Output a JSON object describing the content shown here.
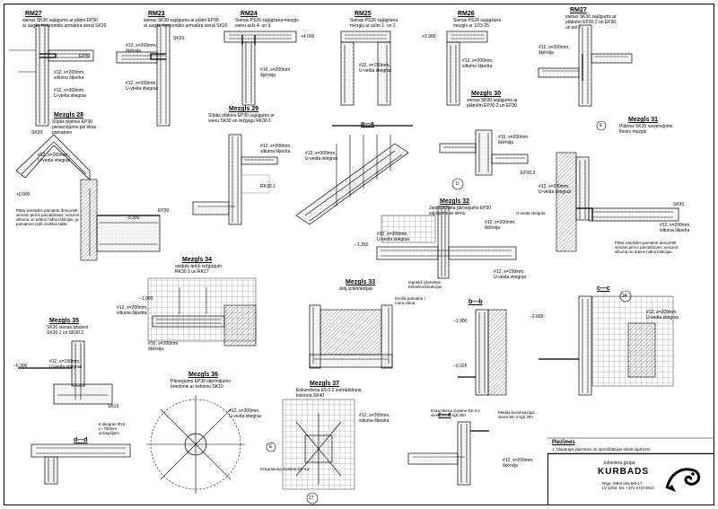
{
  "titles": {
    "rm27a": "RM27",
    "rm23": "RM23",
    "rm24": "RM24",
    "rm25": "RM25",
    "rm26": "RM26",
    "rm27b": "RM27",
    "mezgls28": "Mezgls 28",
    "mezgls29": "Mezgls 29",
    "aa": "a—a",
    "mezgls30": "Mezgls 30",
    "mezgls31": "Mezgls 31",
    "mezgls32": "Mezgls 32",
    "mezgls34": "Mezgls 34",
    "mezgls33": "Mezgls 33",
    "bb": "b—b",
    "cc": "c—c",
    "mezgls35": "Mezgls 35",
    "mezgls36": "Mezgls 36",
    "mezgls37": "Mezgls 37",
    "dd": "d—d",
    "ee": "e—e"
  },
  "labels": {
    "rm27a_top": "sienas SK30 sajūgums ar plātni EP30\nar augšu horizontāls armatūra sienā SK20",
    "rm23_top": "sienas SK30 sajūgums ar plātni EP30\nar augšu horizontāls armatūra sienā SK20",
    "rm24_top": "Sienas PS26 sajūgšana-mezgls\nsienu asīs 4. un 9.",
    "rm25_top": "Sienas PS26 sajūgšana\nmezgls ar asīm 1. un 2.",
    "rm26_top": "Sienas PS26 sajūgšana\nmezgls ar 1/23-25",
    "rm27b_top": "sienas SK30 sajūgums ar\nplātnēm EP30.2 un EP30\nuz asi 7",
    "m28_sub": "Slīpās plātnes EP30\npievienojums pie ēkas\npamatnes",
    "m29_sub": "Slīpās plātnes EP30 sajūgums ar\nsienu SK30 un režģogu RK30.1",
    "m30_sub": "sienas SK30 sajūgums ar\nplātnēm EP30.2 un EP30",
    "m31_sub": "Plātnes SK30 savienojums\nflexes mezgls",
    "m32_sub": "Jaunizbūvēta pārsegums EP30\nsajūgums ar sienu",
    "m34_sub": "veidots ārējo režģogum\nRK30.1 un RK17",
    "m33_sub": "ārēj izolēt/ārējais",
    "m35_sub": "SK30 sienas izbūves\nSK30.1 un SK30.2",
    "m36_sub": "Pārsegums EP30 stiprinājums\nbriedonis ar kolonnu SK10",
    "m37_sub": "Enkurstieņu E5-2.2 iestrādāšana\nkolonnā SK40",
    "rebar1": "#12, s=200mm,\nsiltuma šķiedra",
    "rebar2": "#12, s=300mm,\nU-veida stiegras",
    "rebar3": "#12, s=200mm,\nšķērsija",
    "rebar4": "#12, s=200mm,\nU-veida stiegras",
    "rebar5": "#16, s=200mm\nšķērsija",
    "rebar6": "#12, s=150mm,\nU-veida stiegras",
    "note_m28": "Plātu iestrādes pamatnē demontēt\nsienam pirms pamatbūves; veicinot\nsiltuma un ūdens hidroizolācijas, ja\npamatnes reāli izolētas tālāk.",
    "note_m31": "Plātu iestrādes pamatnē demontēt\nsienām pirms pamatbūves; veicinot\nsiltuma un ūdens hidroizolācijas.",
    "note_m32": "Iepriekš izbūvētas\nbetonkonstrukcijas",
    "note_m33": "Esošā pamatne /\nmūra siena",
    "note_m36": "8 stiegras Φ16\nL=750mm\nar kāpšļiem",
    "enkur1": "Enkurstieņa izvietne E5-3.2\nsienā SK-3 sijā 300",
    "enkur2": "Enkurstieņa izvietne E5-3.2",
    "metal1": "Metāla konstrukcijas\nsienā SK-3 sijā 300",
    "dim1": "+0.000",
    "dim2": "−0.300",
    "dim3": "−1.350",
    "dim4": "+4.000",
    "dim5": "−1.900",
    "dim6": "−0.325",
    "dim7": "+3.900",
    "dim8": "−2.600",
    "circle_d": "D",
    "circle_27": "27",
    "circle_e": "E",
    "circle_24": "24",
    "circle_e2": "E",
    "uveida": "U-veida stiegras",
    "sk30": "SK30",
    "ep30": "EP30",
    "ep30_2": "EP30.2",
    "rk30": "RK30.1",
    "sk20": "SK20",
    "sk15": "SK15"
  },
  "notes": {
    "heading": "Piezīmes",
    "item1": "1. Vispārīgie piezīmes un specifikācijas skatīt lapā K01."
  },
  "stamp": {
    "company_line": "inženieru grupa",
    "company": "KURBADS",
    "address": "Rīga, Mēru iela 5/6-17\nLV-1002, tel. +371 67374810"
  }
}
